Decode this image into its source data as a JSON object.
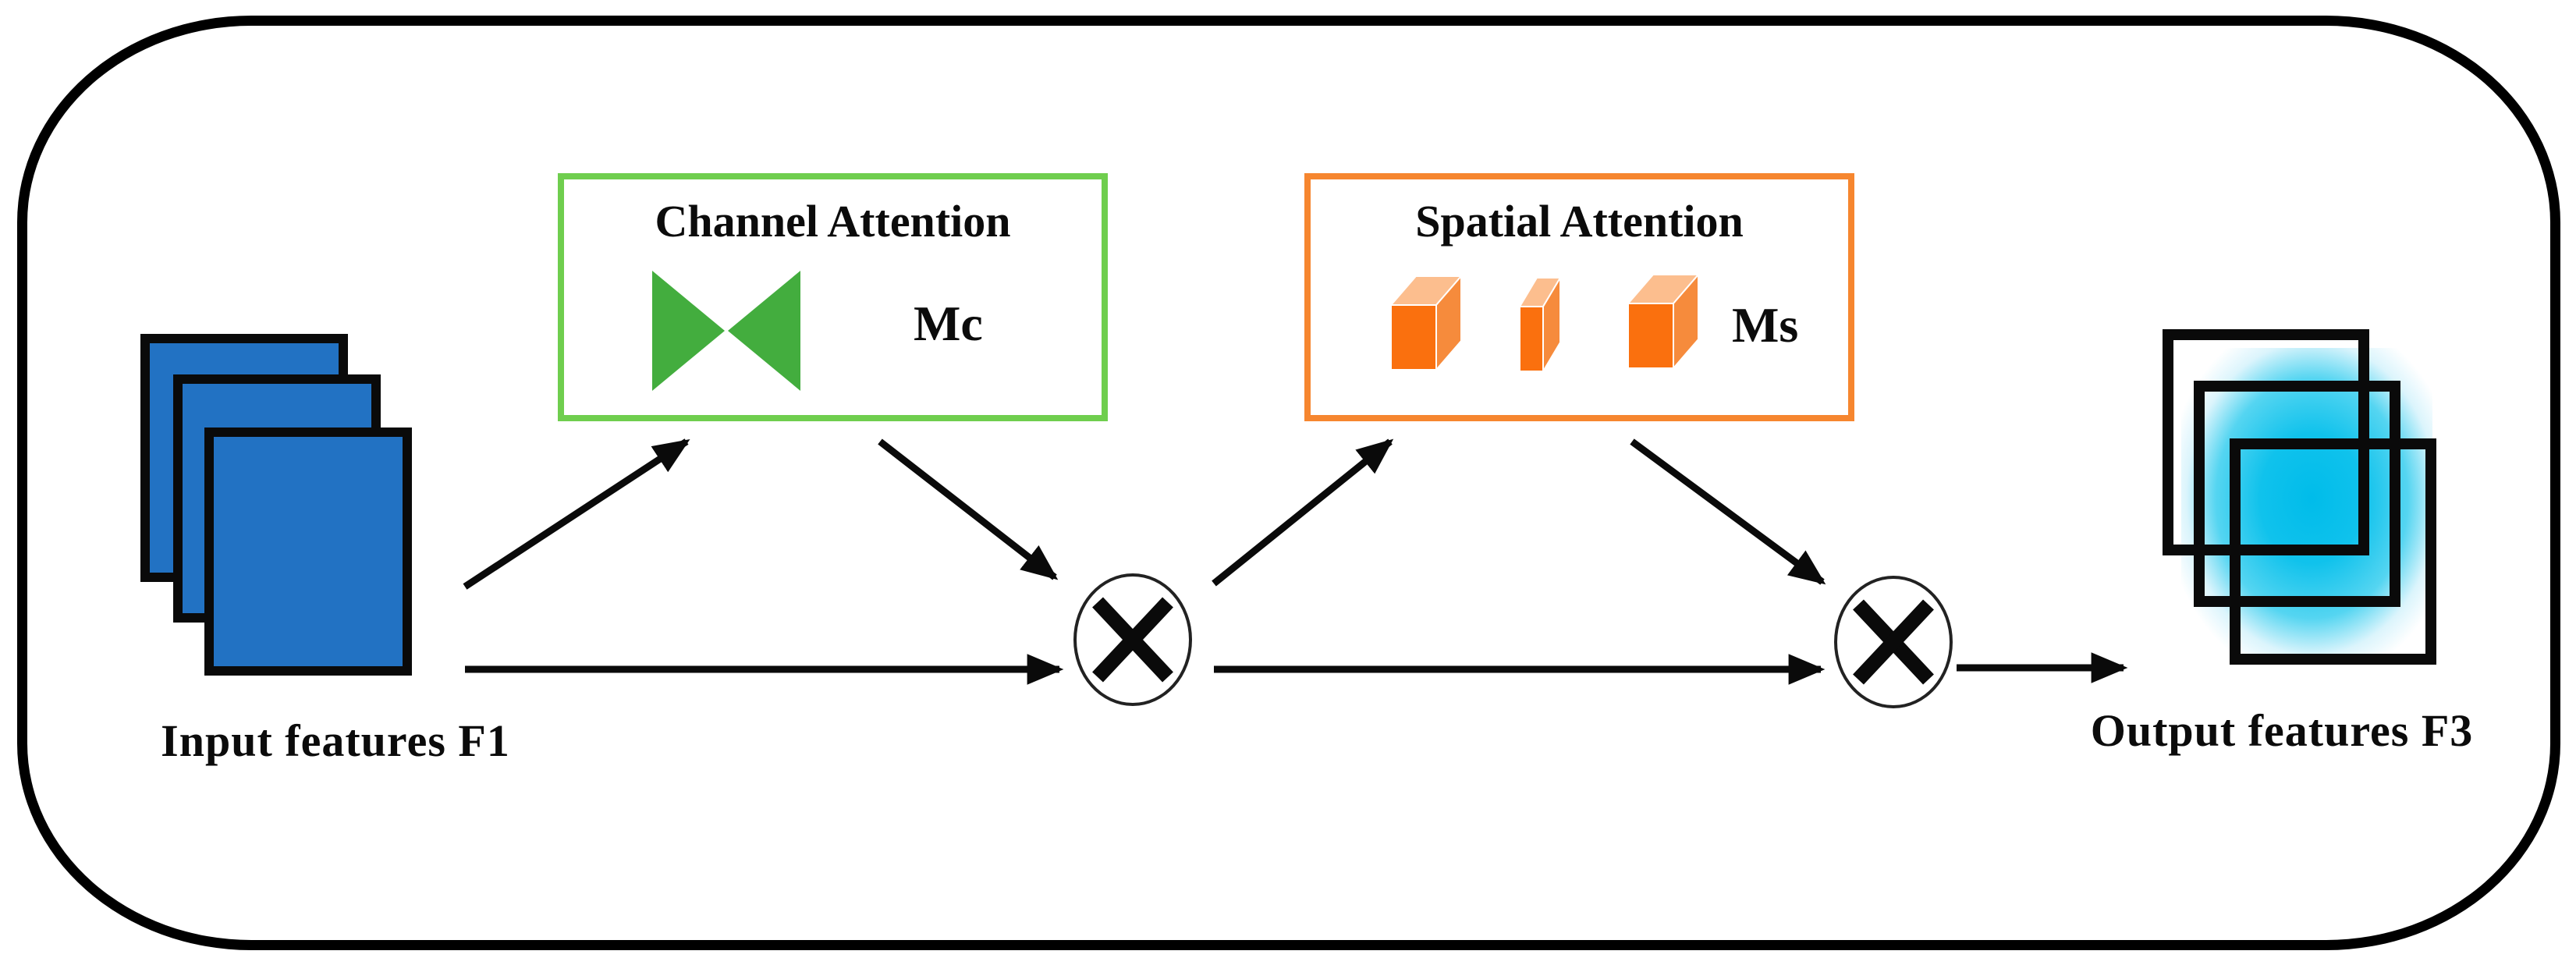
{
  "diagram": {
    "type": "attention-module-flow",
    "input": {
      "label": "Input features F1",
      "square_fill": "#2272C3"
    },
    "channel_attention": {
      "title": "Channel Attention",
      "symbol_label": "Mc",
      "border_color": "#6FCE4E",
      "bowtie_color": "#43AD3E"
    },
    "spatial_attention": {
      "title": "Spatial Attention",
      "symbol_label": "Ms",
      "border_color": "#F6862F",
      "cube_front_color": "#FA700E",
      "cube_top_color": "#FCBE8E",
      "cube_side_color": "#F68B3C"
    },
    "operators": [
      {
        "id": "multiply-1",
        "symbol": "×",
        "meaning": "element-wise multiplication"
      },
      {
        "id": "multiply-2",
        "symbol": "×",
        "meaning": "element-wise multiplication"
      }
    ],
    "output": {
      "label": "Output features F3",
      "glow_color": "#00BCEA"
    },
    "flow": [
      "Input features F1 → Channel Attention",
      "Input features F1 → × (1)",
      "Channel Attention → × (1)",
      "× (1) → Spatial Attention",
      "× (1) → × (2)",
      "Spatial Attention → × (2)",
      "× (2) → Output features F3"
    ],
    "colors": {
      "frame_border": "#000000",
      "arrow": "#0a0a0a",
      "text": "#0b0b0b"
    }
  }
}
